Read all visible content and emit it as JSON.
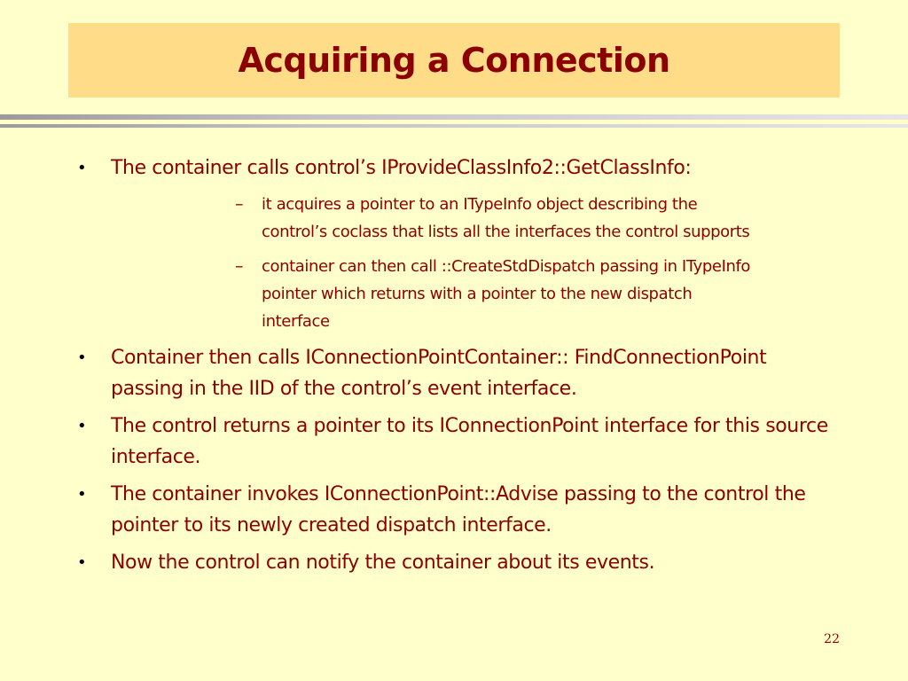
{
  "slide": {
    "title": "Acquiring a Connection",
    "page_number": "22",
    "bullet_glyph": "•",
    "sub_glyph": "–"
  },
  "bullets": [
    {
      "text": "The container calls control’s IProvideClassInfo2::GetClassInfo:",
      "subs": [
        "it acquires a pointer to an ITypeInfo object describing the control’s coclass that lists all the interfaces the control supports",
        "container can then call ::CreateStdDispatch passing in ITypeInfo pointer which returns with a pointer to the new dispatch interface"
      ]
    },
    {
      "text": "Container then calls IConnectionPointContainer:: FindConnectionPoint passing in the IID of the control’s event interface."
    },
    {
      "text": "The control returns a pointer to its IConnectionPoint interface for this source interface."
    },
    {
      "text": "The container invokes IConnectionPoint::Advise passing to the control the pointer to its newly created dispatch interface."
    },
    {
      "text": "Now the control can notify the container about its events."
    }
  ]
}
